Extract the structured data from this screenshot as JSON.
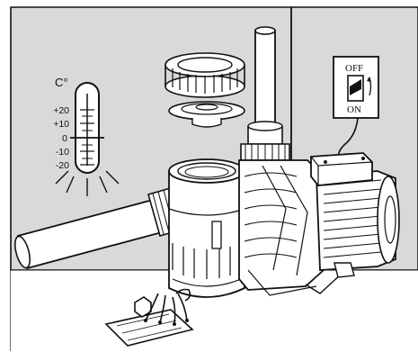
{
  "thermometer": {
    "unit": "C°",
    "scale": [
      "+20",
      "+10",
      "0",
      "-10",
      "-20"
    ]
  },
  "power_switch": {
    "off_label": "OFF",
    "on_label": "ON"
  },
  "colors": {
    "line": "#111111",
    "wall_shade": "#d9d9d9",
    "background": "#ffffff"
  }
}
